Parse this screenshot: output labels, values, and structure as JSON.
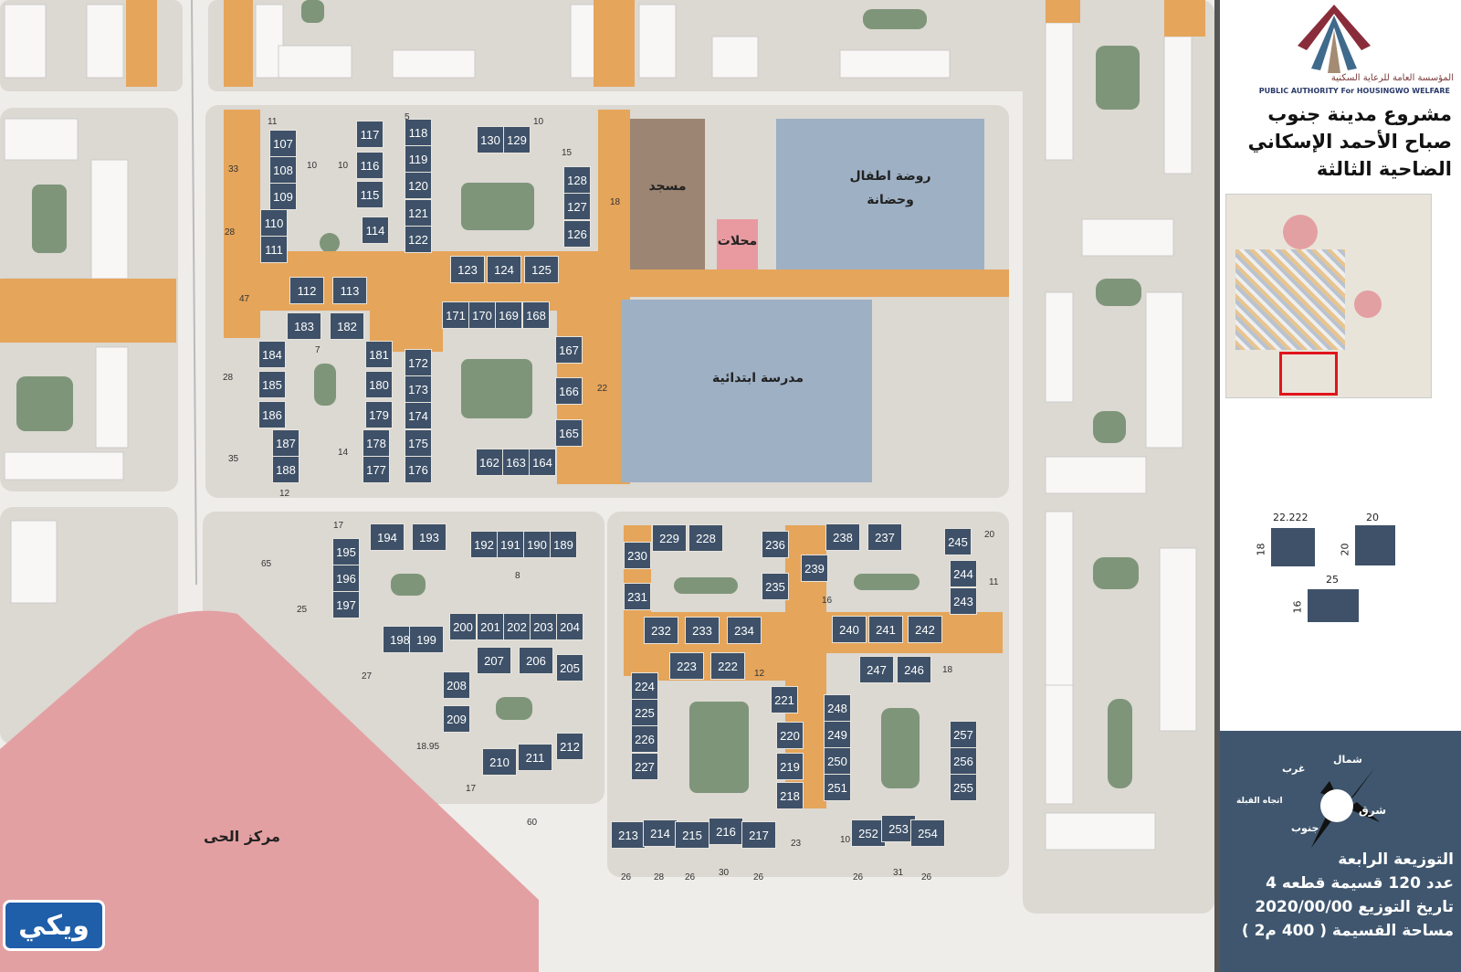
{
  "map": {
    "labels": {
      "mosque": "مسجد",
      "shops": "محلات",
      "kindergarten": "روضة اطفال وحضانة",
      "school": "مدرسة ابتدائية",
      "district_center": "مركز الحى"
    },
    "plots": [
      "107",
      "108",
      "109",
      "110",
      "111",
      "112",
      "113",
      "183",
      "182",
      "184",
      "185",
      "186",
      "187",
      "188",
      "117",
      "116",
      "115",
      "114",
      "118",
      "119",
      "120",
      "121",
      "122",
      "130",
      "129",
      "128",
      "127",
      "126",
      "123",
      "124",
      "125",
      "171",
      "170",
      "169",
      "168",
      "181",
      "180",
      "179",
      "178",
      "177",
      "172",
      "173",
      "174",
      "175",
      "176",
      "167",
      "166",
      "165",
      "162",
      "163",
      "164",
      "194",
      "193",
      "192",
      "191",
      "190",
      "189",
      "195",
      "196",
      "197",
      "198",
      "199",
      "200",
      "201",
      "202",
      "203",
      "204",
      "207",
      "206",
      "205",
      "208",
      "209",
      "210",
      "211",
      "212",
      "229",
      "228",
      "230",
      "231",
      "232",
      "233",
      "234",
      "236",
      "235",
      "239",
      "238",
      "237",
      "245",
      "244",
      "243",
      "240",
      "241",
      "242",
      "223",
      "222",
      "247",
      "246",
      "224",
      "225",
      "226",
      "227",
      "221",
      "220",
      "219",
      "218",
      "248",
      "249",
      "250",
      "251",
      "257",
      "256",
      "255",
      "213",
      "214",
      "215",
      "216",
      "217",
      "252",
      "253",
      "254"
    ],
    "dimensions": [
      "11",
      "33",
      "10",
      "10",
      "28",
      "47",
      "28",
      "35",
      "12",
      "17",
      "65",
      "25",
      "27",
      "18.95",
      "17",
      "60",
      "22",
      "18",
      "15",
      "10",
      "14",
      "26",
      "28",
      "26",
      "30",
      "26",
      "26",
      "31",
      "26",
      "23",
      "10",
      "20",
      "11",
      "18",
      "16",
      "12",
      "8",
      "5",
      "7"
    ]
  },
  "panel": {
    "org_ar": "المؤسسة العامة للرعاية السكنية",
    "org_en": "PUBLIC AUTHORITY For HOUSINGWO WELFARE",
    "title_lines": [
      "مشروع مدينة جنوب",
      "صباح الأحمد الإسكاني",
      "الضاحية الثالثة"
    ],
    "sizes": [
      {
        "w": "22.222",
        "h": "18"
      },
      {
        "w": "20",
        "h": "20"
      },
      {
        "w": "25",
        "h": "16"
      }
    ],
    "compass": {
      "north": "شمال",
      "west": "غرب",
      "east": "شرق",
      "south": "جنوب",
      "qibla": "اتجاه القبلة"
    },
    "info": [
      "التوزيعة الرابعة",
      "عدد 120 قسيمة قطعه 4",
      "تاريخ التوزيع 2020/00/00",
      "مساحة القسيمة ( 400 م2 )"
    ]
  },
  "watermark": "ويكي",
  "colors": {
    "plot": "#3e5168",
    "orange": "#e5a55a",
    "mosque": "#9c8572",
    "school": "#9eb0c4",
    "shops": "#e89aa0",
    "center": "#e3a0a2",
    "green": "#7e957a",
    "panel": "#3f566e"
  }
}
